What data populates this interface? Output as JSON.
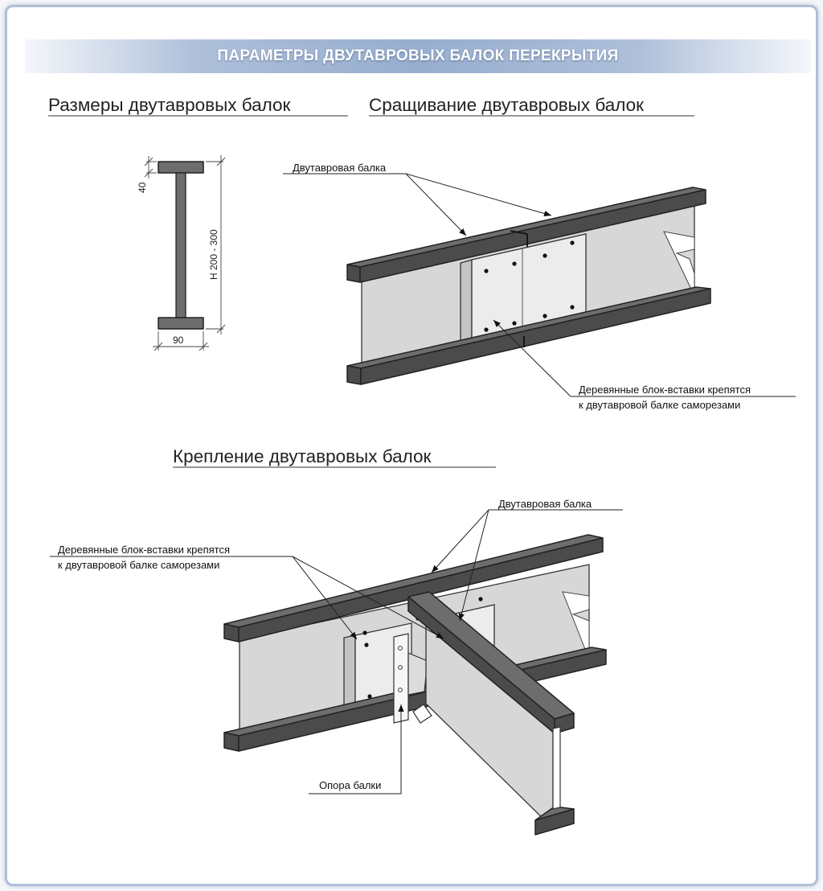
{
  "banner": {
    "title": "ПАРАМЕТРЫ ДВУТАВРОВЫХ БАЛОК ПЕРЕКРЫТИЯ"
  },
  "sections": {
    "sizes_title": "Размеры двутавровых балок",
    "splice_title": "Сращивание двутавровых балок",
    "mount_title": "Крепление двутавровых балок"
  },
  "dimensions": {
    "flange_thickness": "40",
    "height": "H 200 - 300",
    "width": "90"
  },
  "splice_labels": {
    "beam": "Двутавровая балка",
    "blocks_line1": "Деревянные блок-вставки крепятся",
    "blocks_line2": "к двутавровой балке саморезами"
  },
  "mount_labels": {
    "beam": "Двутавровая балка",
    "blocks_line1": "Деревянные блок-вставки крепятся",
    "blocks_line2": "к двутавровой балке саморезами",
    "support": "Опора балки"
  },
  "colors": {
    "banner": "#97aece",
    "frame": "#aebfd8",
    "flange": "#6d6d6d",
    "web": "#d7d7d7",
    "block": "#ececec"
  }
}
